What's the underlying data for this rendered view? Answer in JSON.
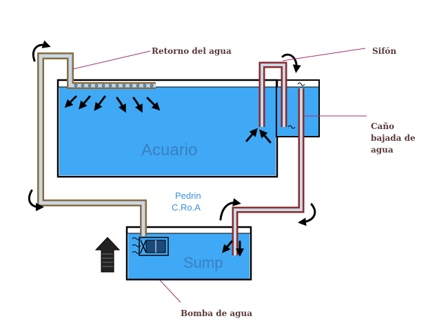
{
  "labels": {
    "retorno": "Retorno del agua",
    "sifon": "Sifón",
    "cano_line1": "Caño",
    "cano_line2": "bajada de",
    "cano_line3": "agua",
    "acuario": "Acuario",
    "pedrin_line1": "Pedrin",
    "pedrin_line2": "C.Ro.A",
    "sump": "Sump",
    "bomba": "Bomba de agua"
  },
  "colors": {
    "water": "#3fa9f5",
    "outline": "#000000",
    "return_pipe": "#8b6b3d",
    "siphon_pipe": "#8b2a2a",
    "pipe_inner": "#c8d8e8",
    "label_text": "#5a3a3a",
    "pointer_line": "#a0306a",
    "water_text": "#3a7fc0",
    "credit_text": "#3a8fd8"
  }
}
